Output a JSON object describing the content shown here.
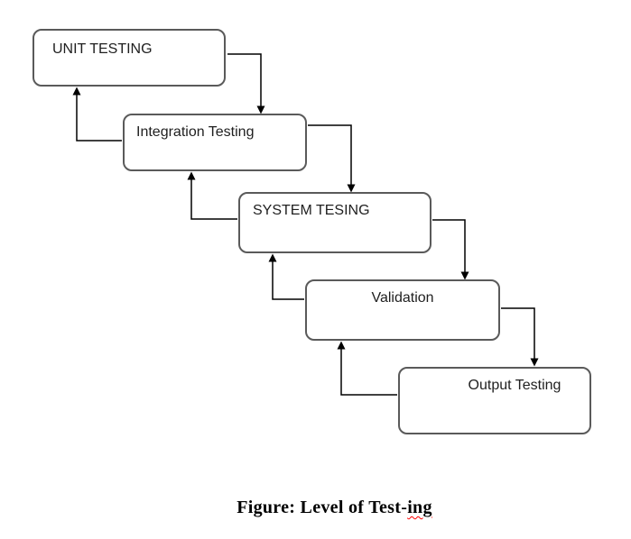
{
  "figure": {
    "title_semantic": "Levels of software testing cascade diagram",
    "nodes": [
      {
        "id": "unit-testing",
        "label": "UNIT TESTING"
      },
      {
        "id": "integration-testing",
        "label": "Integration Testing"
      },
      {
        "id": "system-tesing",
        "label": "SYSTEM TESING"
      },
      {
        "id": "validation",
        "label": "Validation"
      },
      {
        "id": "output-testing",
        "label": "Output Testing"
      }
    ],
    "edges": [
      {
        "from": "UNIT TESTING",
        "to": "Integration Testing",
        "direction": "forward"
      },
      {
        "from": "Integration Testing",
        "to": "UNIT TESTING",
        "direction": "backward"
      },
      {
        "from": "Integration Testing",
        "to": "SYSTEM TESING",
        "direction": "forward"
      },
      {
        "from": "SYSTEM TESING",
        "to": "Integration Testing",
        "direction": "backward"
      },
      {
        "from": "SYSTEM TESING",
        "to": "Validation",
        "direction": "forward"
      },
      {
        "from": "Validation",
        "to": "SYSTEM TESING",
        "direction": "backward"
      },
      {
        "from": "Validation",
        "to": "Output Testing",
        "direction": "forward"
      },
      {
        "from": "Output Testing",
        "to": "Validation",
        "direction": "backward"
      }
    ],
    "caption": {
      "prefix": "Figure: Level of Test-",
      "flagged": "ing"
    },
    "colors": {
      "background": "#ffffff",
      "box_border": "#5a5a5a",
      "arrow": "#000000",
      "label_text": "#1f1f1f",
      "caption_text": "#000000",
      "spellcheck_underline": "#ff0000"
    }
  }
}
